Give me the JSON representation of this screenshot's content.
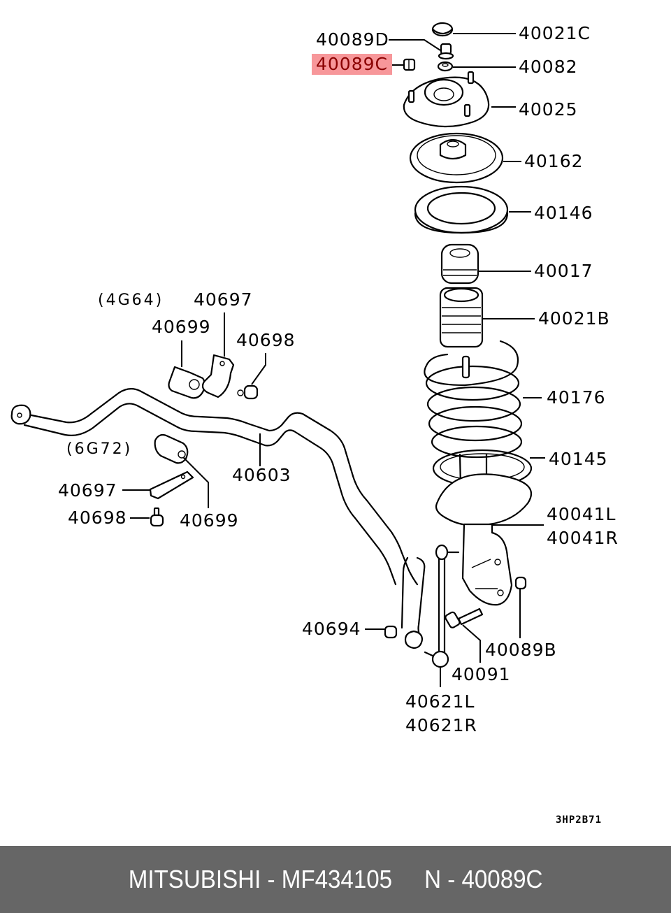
{
  "diagram": {
    "highlight_color": "#f7979a",
    "highlight_text_color": "#8b0000",
    "labels": {
      "p40021C": "40021C",
      "p40089D": "40089D",
      "p40089C": "40089C",
      "p40082": "40082",
      "p40025": "40025",
      "p40162": "40162",
      "p40146": "40146",
      "p40017": "40017",
      "p40021B": "40021B",
      "p40176": "40176",
      "p40145": "40145",
      "p40041L": "40041L",
      "p40041R": "40041R",
      "p40089B": "40089B",
      "p40091": "40091",
      "p40621L": "40621L",
      "p40621R": "40621R",
      "p40694": "40694",
      "p40603": "40603",
      "engine_4g64": "(4G64)",
      "p40697_a": "40697",
      "p40699_a": "40699",
      "p40698_a": "40698",
      "engine_6g72": "(6G72)",
      "p40697_b": "40697",
      "p40698_b": "40698",
      "p40699_b": "40699"
    },
    "drawing_code": "3HP2B71"
  },
  "footer": {
    "brand": "MITSUBISHI",
    "separator": " - ",
    "part_number": "MF434105",
    "gap": "     ",
    "ref_prefix": "N",
    "ref_number": "40089C",
    "background": "#666666"
  }
}
